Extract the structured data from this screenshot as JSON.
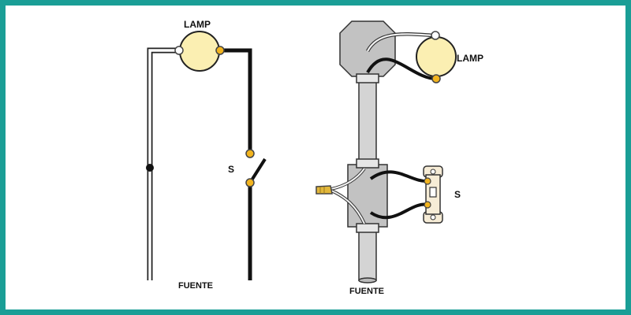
{
  "left_diagram": {
    "lamp_label": "LAMP",
    "switch_label": "S",
    "source_label": "FUENTE"
  },
  "right_diagram": {
    "lamp_label": "LAMP",
    "switch_label": "S",
    "source_label": "FUENTE"
  },
  "colors": {
    "frame": "#1a9e96",
    "lamp_fill": "#fbefb2",
    "terminal": "#f2b41f",
    "hot_wire": "#111111",
    "neutral_wire": "#ffffff",
    "conduit": "#d4d4d4",
    "box": "#c2c2c2",
    "switch_plate": "#f6ecd6"
  }
}
